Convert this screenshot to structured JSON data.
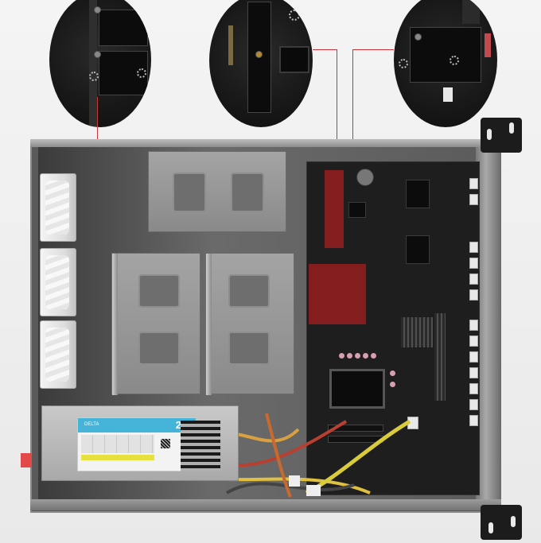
{
  "scene": {
    "description": "Top-down product photo of an open rackmount server chassis with motherboard, drive cages, fans and PSU, plus three circular zoom callouts",
    "background_color": "#efefef",
    "callout_line_color": "#c8353a"
  },
  "callouts": [
    {
      "name": "left-zoom-bubble",
      "subject": "M.2 slots detail"
    },
    {
      "name": "center-zoom-bubble",
      "subject": "M.2 slot and controller chip detail"
    },
    {
      "name": "right-zoom-bubble",
      "subject": "M.2 / mini-PCIe slot detail"
    }
  ],
  "psu": {
    "brand": "DELTA",
    "model_number": "2"
  },
  "components": {
    "fans": 3,
    "drive_cages": 3,
    "rack_handles": 2
  }
}
